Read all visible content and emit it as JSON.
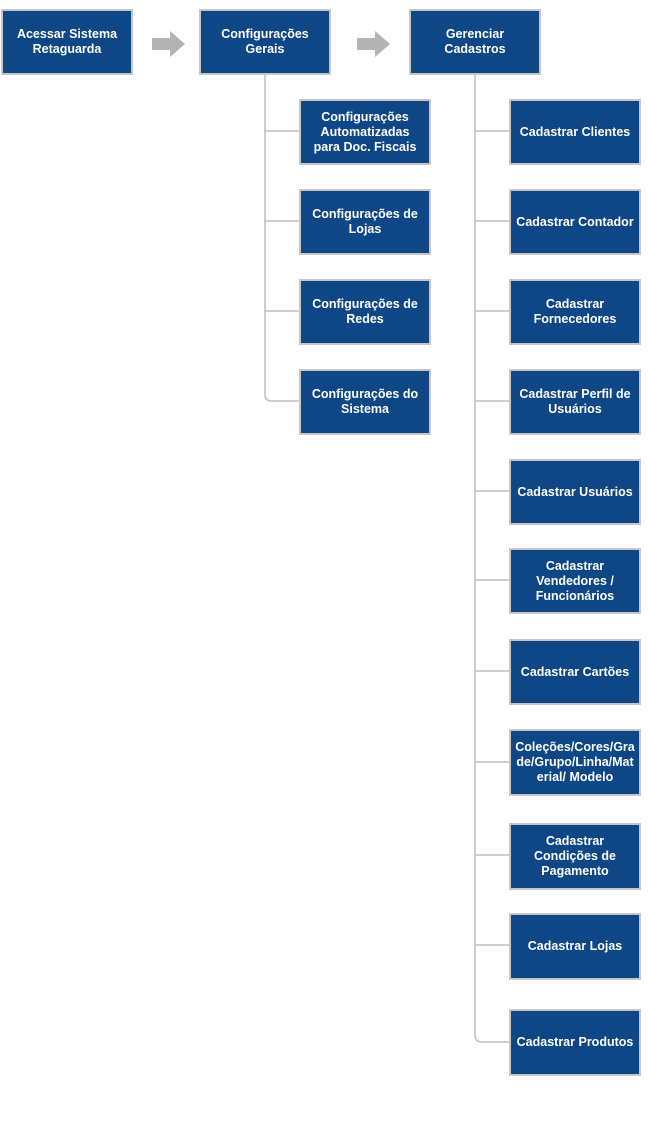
{
  "top_row": {
    "start": "Acessar Sistema Retaguarda",
    "config": "Configurações Gerais",
    "cadastros": "Gerenciar Cadastros"
  },
  "config_children": [
    "Configurações Automatizadas para Doc. Fiscais",
    "Configurações de Lojas",
    "Configurações de Redes",
    "Configurações do Sistema"
  ],
  "cadastro_children": [
    "Cadastrar Clientes",
    "Cadastrar Contador",
    "Cadastrar Fornecedores",
    "Cadastrar Perfil de Usuários",
    "Cadastrar Usuários",
    "Cadastrar Vendedores / Funcionários",
    "Cadastrar Cartões",
    "Coleções/Cores/Grade/Grupo/Linha/Material/ Modelo",
    "Cadastrar Condições de Pagamento",
    "Cadastrar Lojas",
    "Cadastrar Produtos"
  ],
  "colors": {
    "box_fill": "#0e4686",
    "box_border": "#c7c7c7",
    "connector": "#bdbdbd",
    "arrow": "#b3b3b3"
  }
}
